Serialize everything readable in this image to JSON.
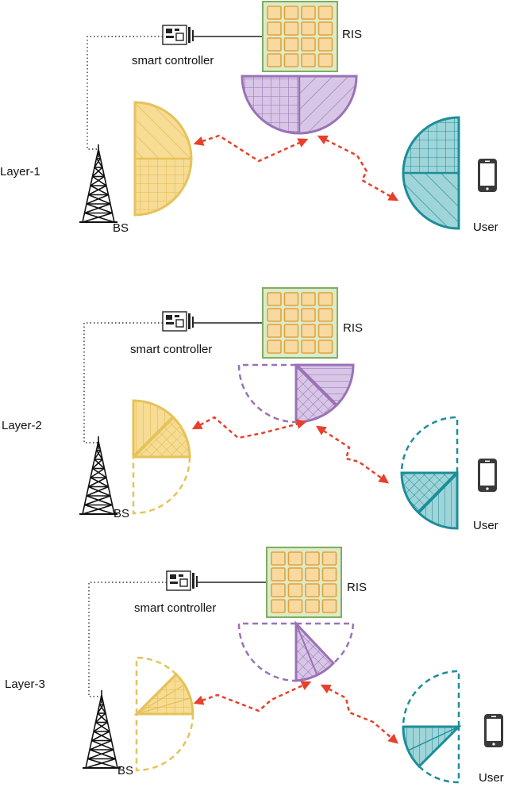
{
  "layers": [
    {
      "label": "Layer-1",
      "ris_label": "RIS",
      "controller_label": "smart controller",
      "bs_label": "BS",
      "user_label": "User"
    },
    {
      "label": "Layer-2",
      "ris_label": "RIS",
      "controller_label": "smart controller",
      "bs_label": "BS",
      "user_label": "User"
    },
    {
      "label": "Layer-3",
      "ris_label": "RIS",
      "controller_label": "smart controller",
      "bs_label": "BS",
      "user_label": "User"
    }
  ],
  "colors": {
    "bs_beam": "#e6c25a",
    "bs_beam_fill": "#f6dc94",
    "ris_beam": "#9a72b6",
    "ris_beam_fill": "#d8c6e6",
    "user_beam": "#1c8e98",
    "user_beam_fill": "#9fd5d9",
    "ris_panel_border": "#7fae5e",
    "ris_panel_bg": "#dcebc9",
    "ris_cell_fill": "#f8d9a0",
    "ris_cell_border": "#e3a23c",
    "link": "#e8402b"
  },
  "icons": [
    "smart-controller-icon",
    "tower-icon",
    "phone-icon"
  ]
}
